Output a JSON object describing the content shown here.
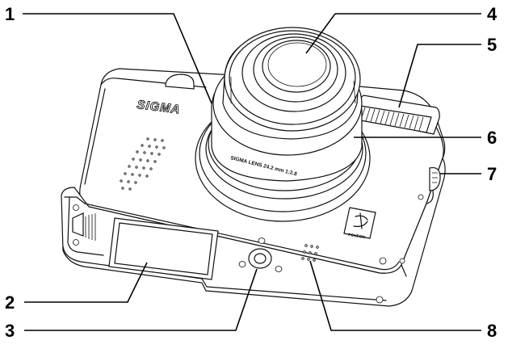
{
  "diagram": {
    "brand_text": "SIGMA",
    "lens_text": "SIGMA LENS  24.2 mm  1:2.8",
    "logo_text": "FOVEON",
    "callouts": [
      {
        "id": "c1",
        "label": "1"
      },
      {
        "id": "c2",
        "label": "2"
      },
      {
        "id": "c3",
        "label": "3"
      },
      {
        "id": "c4",
        "label": "4"
      },
      {
        "id": "c5",
        "label": "5"
      },
      {
        "id": "c6",
        "label": "6"
      },
      {
        "id": "c7",
        "label": "7"
      },
      {
        "id": "c8",
        "label": "8"
      }
    ]
  },
  "colors": {
    "line": "#111111",
    "background": "#ffffff"
  }
}
